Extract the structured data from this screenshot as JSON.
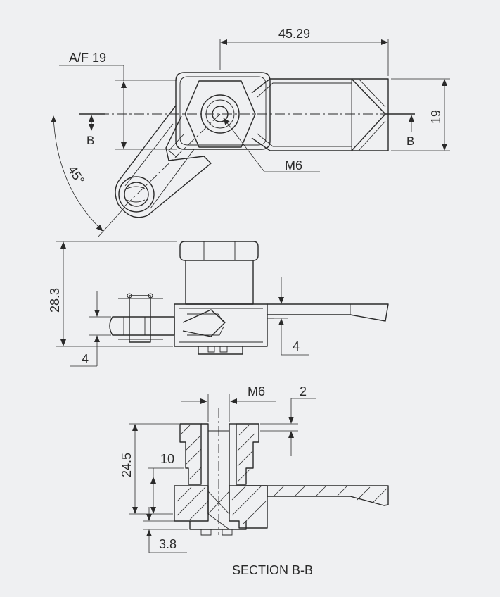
{
  "dimensions": {
    "length": "45.29",
    "across_flats": "A/F 19",
    "width": "19",
    "thread_top": "M6",
    "angle": "45°",
    "height": "28.3",
    "thickness_left": "4",
    "thickness_right": "4",
    "thread_section": "M6",
    "cap_offset": "2",
    "section_height": "24.5",
    "inner_height": "10",
    "base_offset": "3.8"
  },
  "section_marks": {
    "left": "B",
    "right": "B"
  },
  "caption": "SECTION B-B",
  "colors": {
    "background": "#eff0f2",
    "line": "#2a2a2a"
  }
}
